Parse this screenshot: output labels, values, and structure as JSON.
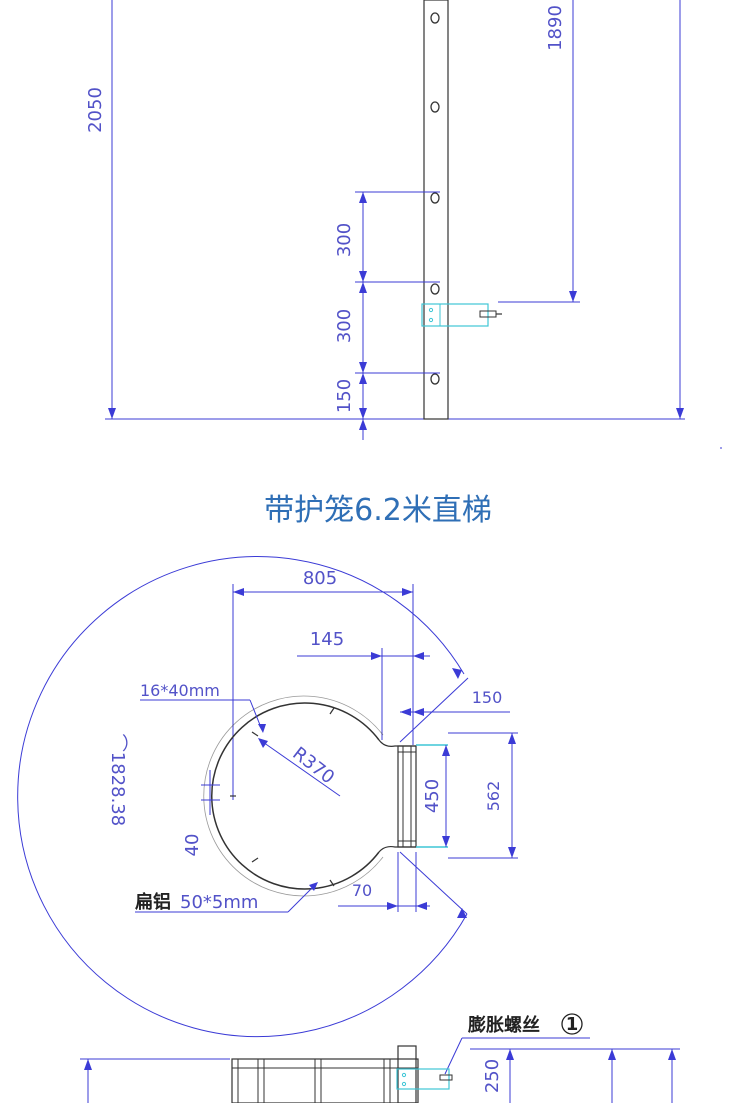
{
  "title": "带护笼6.2米直梯",
  "top_section": {
    "dim_total_height": "2050",
    "dim_1890": "1890",
    "dim_300_a": "300",
    "dim_300_b": "300",
    "dim_150": "150"
  },
  "plan_view": {
    "dim_width": "805",
    "dim_145": "145",
    "dim_150": "150",
    "dim_radius": "R370",
    "dim_arc": "⌒1828.38",
    "dim_450": "450",
    "dim_562": "562",
    "dim_40": "40",
    "dim_70": "70",
    "flat_bar_label": "16*40mm",
    "flat_aluminum_prefix": "扁铝",
    "flat_aluminum_size": "50*5mm"
  },
  "bottom_section": {
    "expansion_bolt_label": "膨胀螺丝",
    "callout_number": "1",
    "dim_250": "250"
  },
  "colors": {
    "dimension_line": "#3b3bd6",
    "structure_line": "#333333",
    "bracket": "#3fc6d6",
    "title": "#2f6fb6"
  }
}
